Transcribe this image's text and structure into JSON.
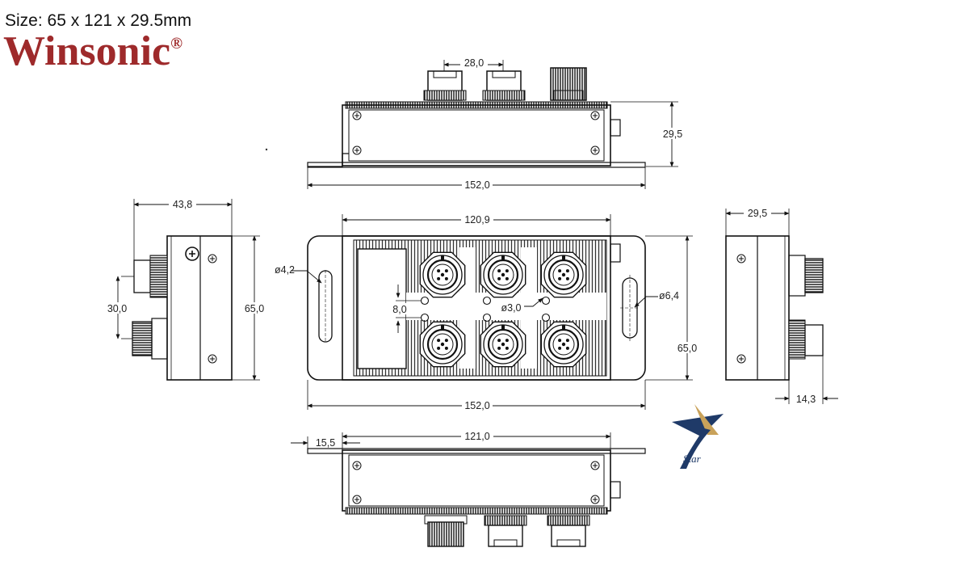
{
  "header": {
    "size_text": "Size: 65 x 121 x 29.5mm",
    "brand": "Winsonic",
    "brand_mark": "®"
  },
  "dimensions": {
    "top_connector_pitch": "28,0",
    "top_height": "29,5",
    "top_length": "152,0",
    "left_depth": "43,8",
    "left_pitch": "30,0",
    "left_height": "65,0",
    "front_body_length": "120,9",
    "front_hole_small": "ø4,2",
    "front_hole_large": "ø6,4",
    "front_led_pitch": "8,0",
    "front_led_dia": "ø3,0",
    "front_height": "65,0",
    "front_length": "152,0",
    "right_height": "29,5",
    "right_connector": "14,3",
    "bottom_flange": "15,5",
    "bottom_body": "121,0"
  },
  "logo": {
    "text": "Star",
    "colors": {
      "navy": "#1f3a68",
      "gold": "#c9a25a"
    }
  },
  "colors": {
    "brand": "#9e2a2b",
    "line": "#111111"
  }
}
